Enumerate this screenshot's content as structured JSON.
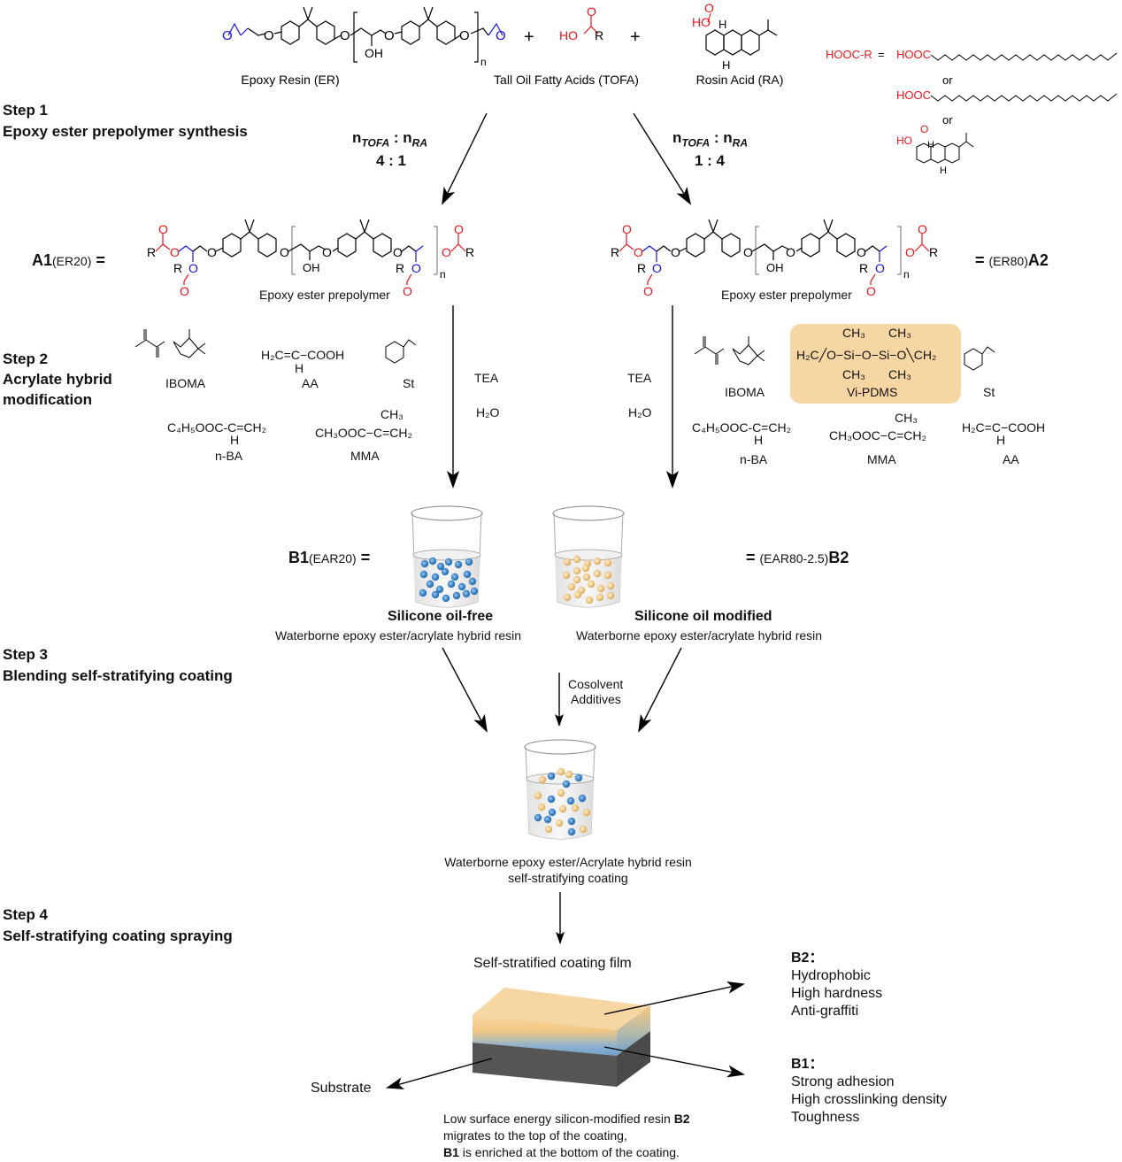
{
  "steps": [
    {
      "title": "Step 1",
      "subtitle": "Epoxy ester prepolymer synthesis"
    },
    {
      "title": "Step 2",
      "subtitle_line1": "Acrylate hybrid",
      "subtitle_line2": "modification"
    },
    {
      "title": "Step 3",
      "subtitle": "Blending self-stratifying coating"
    },
    {
      "title": "Step 4",
      "subtitle": "Self-stratifying coating spraying"
    }
  ],
  "reactants": {
    "epoxy_resin": "Epoxy Resin (ER)",
    "tofa": "Tall Oil Fatty Acids (TOFA)",
    "rosin_acid": "Rosin Acid (RA)",
    "plus": "+",
    "hooc_r_def": "HOOC-R",
    "equals": "=",
    "hooc": "HOOC",
    "or": "or",
    "ho": "HO",
    "r": "R",
    "n": "n",
    "oh": "OH",
    "o": "O",
    "h": "H"
  },
  "ratios": {
    "left": {
      "label_n": "n",
      "sub1": "TOFA",
      "sep": " : ",
      "sub2": "RA",
      "value": "4 : 1"
    },
    "right": {
      "label_n": "n",
      "sub1": "TOFA",
      "sep": " : ",
      "sub2": "RA",
      "value": "1 : 4"
    }
  },
  "prepolymers": {
    "a1_bold": "A1",
    "a1_paren": "(ER20)",
    "a1_eq": " =",
    "a2_eq": "= ",
    "a2_paren": "(ER80)",
    "a2_bold": "A2",
    "caption": "Epoxy ester prepolymer"
  },
  "monomers": {
    "iboma": "IBOMA",
    "aa": "AA",
    "aa_formula": "H₂C=C−COOH",
    "st": "St",
    "nba": "n-BA",
    "nba_formula": "C₄H₅OOC-C=CH₂",
    "mma": "MMA",
    "mma_formula": "CH₃OOC−C=CH₂",
    "ch3": "CH₃",
    "h": "H",
    "vipdms": "Vi-PDMS",
    "vipdms_formula": "H₂C╱O−Si−O−Si−O╲CH₂"
  },
  "conditions": {
    "tea": "TEA",
    "water": "H₂O"
  },
  "resins": {
    "b1_bold": "B1",
    "b1_paren": "(EAR20)",
    "b1_eq": " =",
    "b2_eq": "= ",
    "b2_paren": "(EAR80-2.5)",
    "b2_bold": "B2",
    "b1_title": "Silicone oil-free",
    "b2_title": "Silicone oil modified",
    "desc": "Waterborne epoxy ester/acrylate hybrid resin"
  },
  "blend": {
    "cosolvent": "Cosolvent",
    "additives": "Additives",
    "caption_line1": "Waterborne epoxy ester/Acrylate hybrid resin",
    "caption_line2": "self-stratifying coating"
  },
  "film": {
    "title": "Self-stratified coating film",
    "substrate": "Substrate",
    "b2_head": "B2：",
    "b2_props": [
      "Hydrophobic",
      "High hardness",
      "Anti-graffiti"
    ],
    "b1_head": "B1：",
    "b1_props": [
      "Strong adhesion",
      "High crosslinking density",
      "Toughness"
    ],
    "note_line1_pre": "Low surface energy silicon-modified resin ",
    "note_line1_bold": "B2",
    "note_line2": "migrates to the top of the coating,",
    "note_line3_bold": "B1",
    "note_line3_post": " is enriched at the bottom of the coating."
  },
  "colors": {
    "acid_red": "#e8161c",
    "epoxy_blue": "#1515e0",
    "b1_particle": "#3f86c9",
    "b2_particle": "#e6b56a",
    "vipdms_bg": "#f6d7a4",
    "substrate": "#555555"
  }
}
